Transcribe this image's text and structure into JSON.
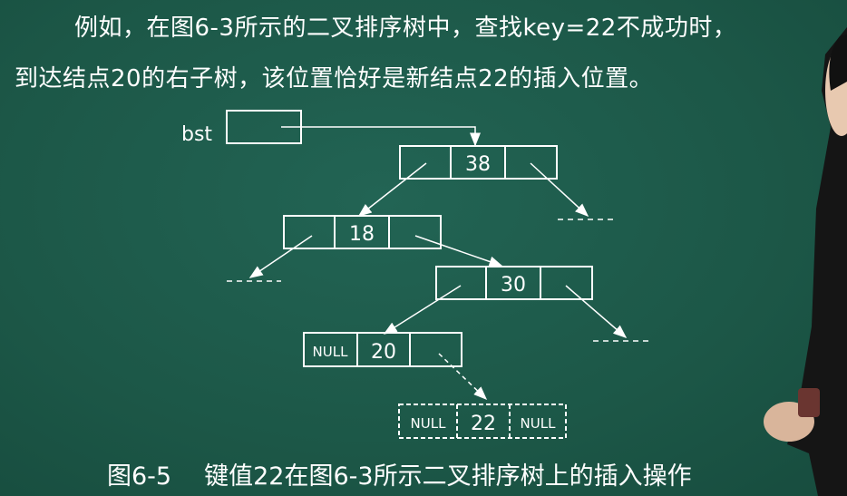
{
  "text": {
    "line1": "例如，在图6-3所示的二叉排序树中，查找key=22不成功时，",
    "line2": "到达结点20的右子树，该位置恰好是新结点22的插入位置。"
  },
  "diagram": {
    "bst_label": "bst",
    "nodes": [
      "38",
      "18",
      "30",
      "20",
      "22"
    ],
    "null_label": "NULL"
  },
  "caption": {
    "number": "图6-5",
    "text": "键值22在图6-3所示二叉排序树上的插入操作"
  },
  "colors": {
    "board": "#1d5a4a",
    "chalk": "#ffffff"
  }
}
